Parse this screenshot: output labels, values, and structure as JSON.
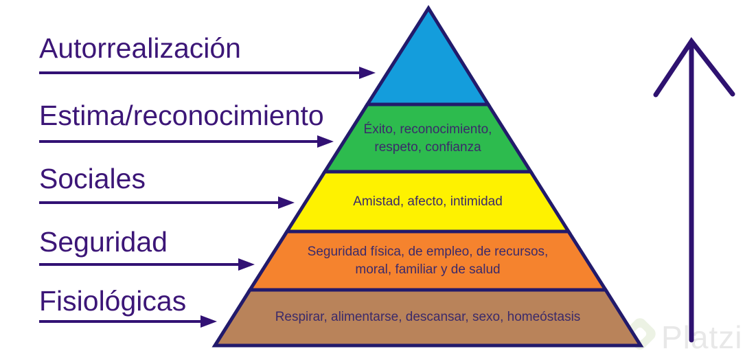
{
  "diagram": {
    "type": "pyramid-hierarchy",
    "levels": [
      {
        "label": "Autorrealización",
        "items": "",
        "color": "#149ddc"
      },
      {
        "label": "Estima/reconocimiento",
        "items": "Éxito, reconocimiento,\nrespeto, confianza",
        "color": "#2dbb4e"
      },
      {
        "label": "Sociales",
        "items": "Amistad, afecto, intimidad",
        "color": "#fef200"
      },
      {
        "label": "Seguridad",
        "items": "Seguridad física, de empleo, de recursos,\nmoral, familiar y de salud",
        "color": "#f5832e"
      },
      {
        "label": "Fisiológicas",
        "items": "Respirar, alimentarse, descansar, sexo, homeóstasis",
        "color": "#b9835a"
      }
    ],
    "colors": {
      "outline": "#221a6b",
      "arrow": "#321174",
      "label_text": "#3c1677",
      "band_text": "#3b2a6a"
    }
  },
  "watermark": {
    "text": "Platzi",
    "logo": "platzi-logo",
    "text_color": "#e8e8e8",
    "logo_color": "#ecf2e4"
  }
}
